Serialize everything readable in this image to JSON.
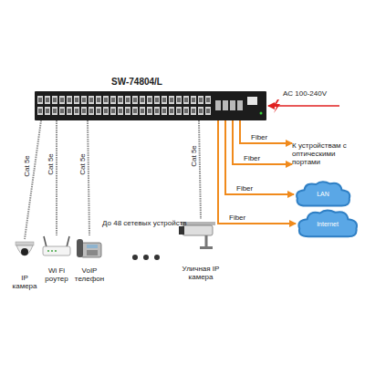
{
  "diagram": {
    "nodes": [
      {
        "text": [
          "SW-74804/L"
        ]
      },
      {
        "text": [
          "IP камера"
        ]
      },
      {
        "text": [
          "Wi Fi роутер"
        ]
      },
      {
        "text": [
          "VoIP телефон"
        ]
      },
      {
        "text": [
          "Уличная IP камера"
        ]
      },
      {
        "text": [
          "К устройствам с оптическими портами"
        ]
      },
      {
        "text": [
          "LAN"
        ]
      },
      {
        "text": [
          "Internet"
        ]
      }
    ],
    "edges": [
      {
        "from": 0,
        "to": 1,
        "label": "Cat 5e",
        "arrow": "none"
      },
      {
        "from": 0,
        "to": 2,
        "label": "Cat 5e",
        "arrow": "none"
      },
      {
        "from": 0,
        "to": 3,
        "label": "Cat 5e",
        "arrow": "none"
      },
      {
        "from": 0,
        "to": 4,
        "label": "Cat 5e",
        "arrow": "none"
      },
      {
        "from": 0,
        "to": 5,
        "label": "Fiber",
        "arrow": "to"
      },
      {
        "from": 0,
        "to": 5,
        "label": "Fiber",
        "arrow": "to"
      },
      {
        "from": 0,
        "to": 6,
        "label": "Fiber",
        "arrow": "to"
      },
      {
        "from": 0,
        "to": 7,
        "label": "Fiber",
        "arrow": "to"
      }
    ],
    "labels": [
      "AC 100-240V",
      "До 48 сетевых устройств"
    ]
  }
}
